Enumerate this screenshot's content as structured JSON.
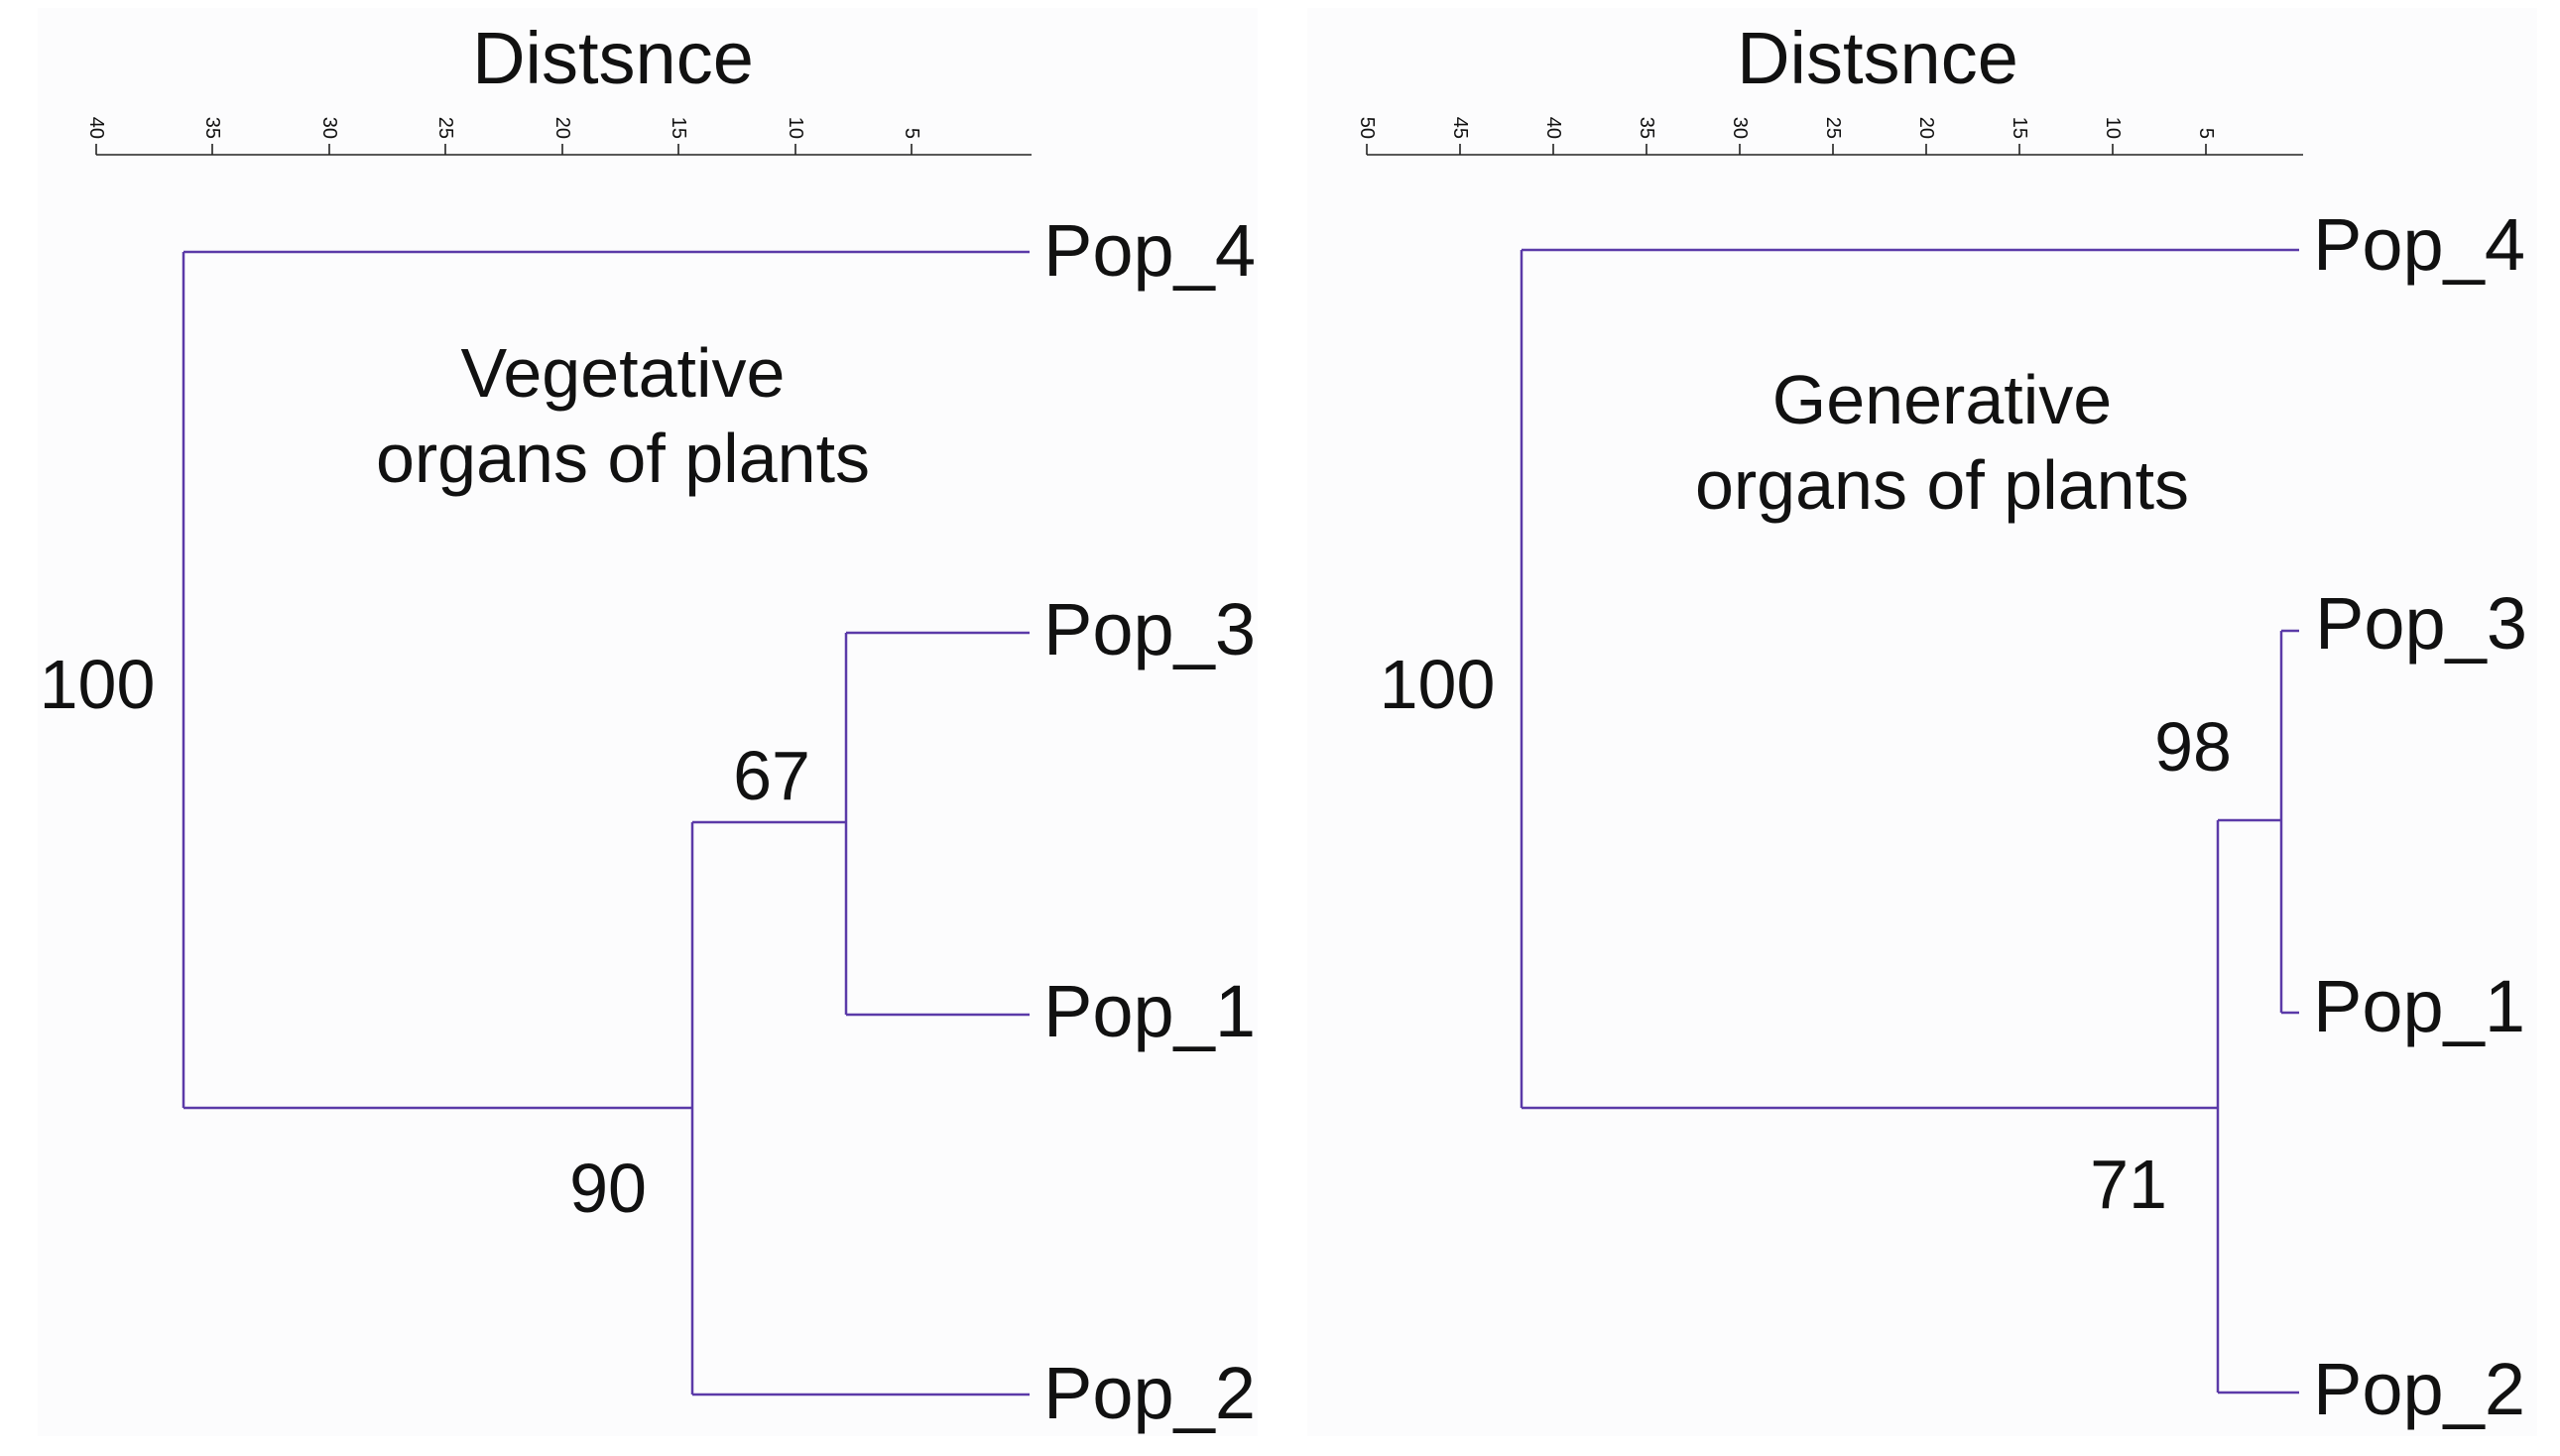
{
  "panels": [
    {
      "caption_lines": [
        "Vegetative",
        "organs of plants"
      ],
      "axis": {
        "title": "Distsnce",
        "ticks": [
          "40",
          "35",
          "30",
          "25",
          "20",
          "15",
          "10",
          "5"
        ]
      },
      "leaves": [
        "Pop_4",
        "Pop_3",
        "Pop_1",
        "Pop_2"
      ],
      "supports": [
        "100",
        "67",
        "90"
      ]
    },
    {
      "caption_lines": [
        "Generative",
        "organs of plants"
      ],
      "axis": {
        "title": "Distsnce",
        "ticks": [
          "50",
          "45",
          "40",
          "35",
          "30",
          "25",
          "20",
          "15",
          "10",
          "5"
        ]
      },
      "leaves": [
        "Pop_4",
        "Pop_3",
        "Pop_1",
        "Pop_2"
      ],
      "supports": [
        "100",
        "98",
        "71"
      ]
    }
  ],
  "colors": {
    "branch": "#5b3aa8",
    "axis": "#222222",
    "panel_bg": "#fcfcfd"
  }
}
